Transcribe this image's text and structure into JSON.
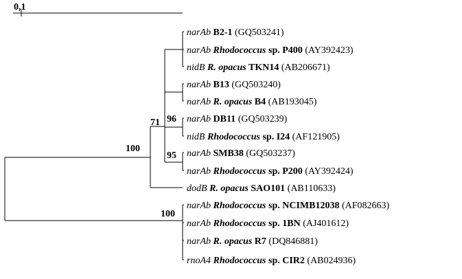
{
  "scale_bar": {
    "label": "0,1"
  },
  "bootstrap": {
    "n71": "71",
    "n96": "96",
    "n95": "95",
    "n100a": "100",
    "n100b": "100"
  },
  "taxa": [
    {
      "gene": "narAb",
      "pre": "",
      "name": "B2-1",
      "post": "",
      "acc": "(GQ503241)"
    },
    {
      "gene": "narAb",
      "pre": "",
      "name": "Rhodococcus",
      "post": " sp. P400",
      "acc": "(AY392423)"
    },
    {
      "gene": "nidB",
      "pre": "",
      "name": "R. opacus",
      "post": " TKN14",
      "acc": "(AB206671)"
    },
    {
      "gene": "narAb",
      "pre": "",
      "name": "B13",
      "post": "",
      "acc": "(GQ503240)"
    },
    {
      "gene": "narAb",
      "pre": "",
      "name": "R. opacus",
      "post": " B4",
      "acc": "(AB193045)"
    },
    {
      "gene": "narAb",
      "pre": "",
      "name": "DB11",
      "post": "",
      "acc": "(GQ503239)"
    },
    {
      "gene": "nidB",
      "pre": "",
      "name": "Rhodococcus",
      "post": " sp. I24",
      "acc": "(AF121905)"
    },
    {
      "gene": "narAb",
      "pre": "",
      "name": "SMB38",
      "post": "",
      "acc": "(GQ503237)"
    },
    {
      "gene": "narAb",
      "pre": "",
      "name": "Rhodococcus",
      "post": " sp. P200",
      "acc": "(AY392424)"
    },
    {
      "gene": "dodB",
      "pre": "",
      "name": "R. opacus",
      "post": " SAO101",
      "acc": "(AB110633)"
    },
    {
      "gene": "narAb",
      "pre": "",
      "name": "Rhodococcus",
      "post": " sp. NCIMB12038",
      "acc": "(AF082663)"
    },
    {
      "gene": "narAb",
      "pre": "",
      "name": "Rhodococcus",
      "post": " sp. 1BN",
      "acc": "(AJ401612)"
    },
    {
      "gene": "narAb",
      "pre": "",
      "name": "R. opacus",
      "post": " R7",
      "acc": "(DQ846881)"
    },
    {
      "gene": "rnoA4",
      "pre": "",
      "name": "Rhodococcus",
      "post": " sp. CIR2",
      "acc": "(AB024936)"
    }
  ]
}
